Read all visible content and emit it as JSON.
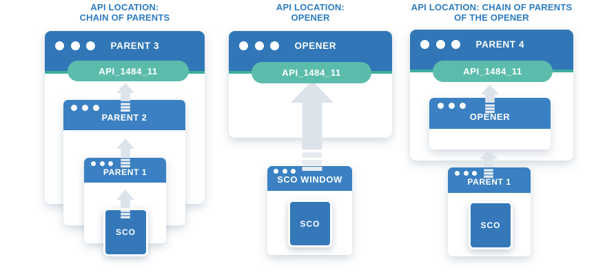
{
  "colors": {
    "heading_text": "#2b7bc1",
    "titlebar_blue": "#3177b7",
    "titlebar_nested_blue": "#3a80c2",
    "accent_stripe_teal": "#3fae9e",
    "api_pill_teal": "#5cbcac",
    "sco_box_blue": "#3478ba",
    "arrow_gray": "#dce3eb",
    "window_background": "#ffffff"
  },
  "panels": [
    {
      "heading_line1": "API LOCATION:",
      "heading_line2": "CHAIN OF PARENTS",
      "outer_window_title": "PARENT 3",
      "api_pill_label": "API_1484_11",
      "middle_window_title": "PARENT 2",
      "inner_window_title": "PARENT 1",
      "sco_label": "SCO"
    },
    {
      "heading_line1": "API LOCATION:",
      "heading_line2": "OPENER",
      "outer_window_title": "OPENER",
      "api_pill_label": "API_1484_11",
      "inner_window_title": "SCO WINDOW",
      "sco_label": "SCO"
    },
    {
      "heading_line1": "API LOCATION: CHAIN OF PARENTS",
      "heading_line2": "OF THE OPENER",
      "outer_window_title": "PARENT 4",
      "api_pill_label": "API_1484_11",
      "middle_window_title": "OPENER",
      "inner_window_title": "PARENT 1",
      "sco_label": "SCO"
    }
  ]
}
